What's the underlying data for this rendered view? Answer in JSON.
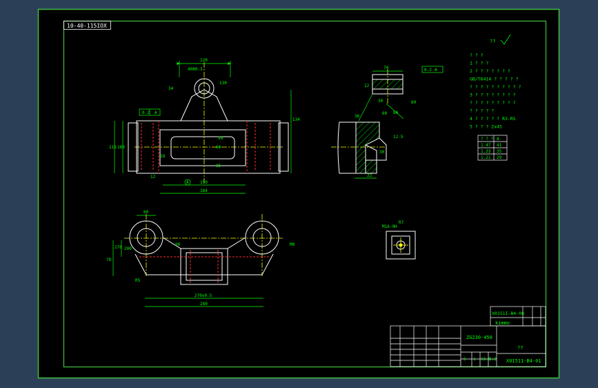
{
  "colors": {
    "frame_bg": "#2b3f57",
    "paper": "#000000",
    "border": "#40c040",
    "outline": "#ffffff",
    "dimension": "#00ff00",
    "centerline": "#ffff00",
    "hidden": "#ff2a2a",
    "text": "#00ff00"
  },
  "drawing": {
    "corner_stamp": "10-40-115IOX",
    "roughness_note": "?? ",
    "tech_notes": [
      "? ? ?",
      "1 ? ? ?",
      "2 ? ? ? ? ? ? ?",
      "GB/T6414 ? ? ? ? ?",
      "? ? ? ? ? ? ? ? ? ?",
      "3 ? ? ? ? ? ? ? ?",
      "? ? ? ? ? ? ? ? ?",
      "? ? ? ? ?",
      "4 ? ? ? ? ? R3-R5",
      "5 ? ? ? 2x45"
    ],
    "ratio_table": [
      [
        "? ? ?",
        "A"
      ],
      [
        "1.47",
        "41"
      ],
      [
        "1.33",
        "35"
      ],
      [
        "1.21",
        "29"
      ]
    ],
    "front_view_dims": [
      "120",
      "34",
      "4080.3",
      "130",
      "0.2",
      "A",
      "134",
      "180",
      "116",
      "18",
      "60",
      "50",
      "85",
      "150",
      "184",
      "12",
      "A"
    ],
    "side_view_dims": [
      "70",
      "0.2",
      "A",
      "12",
      "30",
      "80",
      "60",
      "60",
      "36",
      "30",
      "22",
      "12.5"
    ],
    "top_view_dims": [
      "60",
      "270",
      "200",
      "90",
      "78",
      "R5",
      "270±0.5",
      "280",
      "M8"
    ],
    "detail_view_dims": [
      "M16-9H",
      "R7"
    ],
    "title_block": {
      "part_code_small": "X0151I-B4-08",
      "signature_small": "kimmo",
      "material": "ZG230-450",
      "part_name": "??",
      "drawing_number": "X01511-B4-01",
      "scale_row": [
        "S",
        "1",
        "13.6",
        "1:2"
      ]
    }
  }
}
